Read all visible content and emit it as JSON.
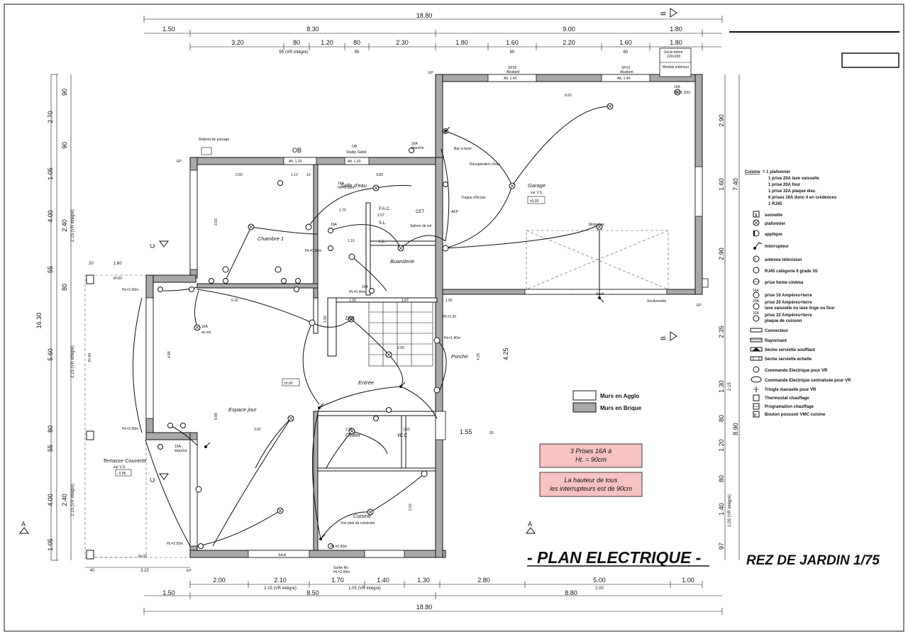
{
  "drawing": {
    "title": "- PLAN ELECTRIQUE -",
    "subtitle": "REZ DE JARDIN 1/75"
  },
  "dimensions": {
    "top_total": "18.80",
    "top_row1": [
      "1.50",
      "8.30",
      "9.00",
      "1.80"
    ],
    "top_row2": [
      "3.20",
      "80",
      "1.20",
      "80",
      "2.30",
      "1.80",
      "1.60",
      "2.20",
      "1.60",
      "1.80"
    ],
    "top_row3": [
      "95",
      "95",
      "60",
      "60"
    ],
    "top_vr": "(VR intégré)",
    "bottom_row1": [
      "2.00",
      "2.10",
      "1.70",
      "1.40",
      "1.30",
      "2.80",
      "5.00",
      "1.00"
    ],
    "bottom_sub": [
      "2.15 (VR intégré)",
      "1.05 (VR intégré)",
      "2.00"
    ],
    "bottom_row2": [
      "1.50",
      "8.50",
      "8.80"
    ],
    "bottom_total": "18.80",
    "bottom_small": [
      "40",
      "3.10"
    ],
    "left_total": "16.30",
    "left_outer": [
      "2.70",
      "1.05",
      "4.00",
      "55",
      "5.60",
      "80",
      "55",
      "4.00",
      "1.05"
    ],
    "left_inner": [
      "90",
      "90",
      "2.40",
      "2.15 (VR intégré)",
      "80",
      "2.15 (VR intégré)",
      "2.40",
      "2.15 (VR intégré)"
    ],
    "right_total": "7.40",
    "right_total2": "8.90",
    "right_outer": [
      "2.90",
      "2.90",
      "2.35",
      "1.30",
      "80",
      "1.20",
      "1.40",
      "97"
    ],
    "right_inner": [
      "1.60",
      "2.15",
      "80",
      "1.05 (VR intégré)"
    ]
  },
  "section_marks": [
    "A",
    "A",
    "B",
    "B",
    "C",
    "C"
  ],
  "rooms": [
    {
      "name": "Chambre 1"
    },
    {
      "name": "Salle d'eau"
    },
    {
      "name": "Garage",
      "note": "sur V.S.",
      "level": "±0.00"
    },
    {
      "name": "Buanderie"
    },
    {
      "name": "Dgt"
    },
    {
      "name": "Entrée"
    },
    {
      "name": "Espace jour",
      "level": "±0.00"
    },
    {
      "name": "Cellier"
    },
    {
      "name": "W.C"
    },
    {
      "name": "Cuisine",
      "note": "Voir plan du cuisiniste"
    },
    {
      "name": "Terrasse Couverte",
      "note": "sur V.S.",
      "level": "-0.06"
    },
    {
      "name": "Porche"
    }
  ],
  "annotations": [
    "Robinet de puisage",
    "OB",
    "OB",
    "Stadip Sablé",
    "16A",
    "étanche",
    "Alt. 1.20",
    "Alt. 1.20",
    "Alt. 1.40",
    "Alt. 1.40",
    "Alt. 1.10",
    "SP10",
    "Abattant",
    "SP10",
    "Abattant",
    "Socle béton",
    "120x100",
    "Module extérieur",
    "16A",
    "Ht.=1.10m",
    "8.60",
    "Bac à laver",
    "Récupération d'eau",
    "P.A.C.",
    "CET",
    "S.L.",
    "L.L.",
    "Siphon de sol",
    "Trappe d'Accès",
    "AEP",
    "Motorisée",
    "Seuil",
    "Sectionnelle",
    "16A",
    "Ht.=1.10m",
    "16A",
    "Ht.=0.90m",
    "16A",
    "Ht.=0.90m",
    "Ht.=2.30",
    "Ht.=1.90m",
    "16A",
    "au sol",
    "Ht.=2.00m",
    "Ht.=2.00m",
    "16A",
    "étanche",
    "Ht.=2.00m",
    "Sorbe fils",
    "Ht.=2.00m",
    "Ht.=0.90m",
    "Seuil",
    "5.32",
    "3.82",
    "2.22",
    "1.60",
    "1.30",
    "1.87",
    "1.85",
    "2.05",
    "1.55",
    "20",
    "2.60",
    "1.12",
    "10",
    "3.89",
    "1.75",
    "2.07",
    "1.10",
    "3.93",
    "2.59",
    "4.88",
    "8.88",
    "2.63",
    "4.25",
    "4.25",
    "R=20",
    "R=20",
    "R=20",
    "1.60",
    "20",
    "EP",
    "EP",
    "EP",
    "EP"
  ],
  "notes": {
    "prises": "3 Prises 16A à\nHt. = 90cm",
    "prises_l1": "3 Prises 16A à",
    "prises_l2": "Ht. = 90cm",
    "hauteur_l1": "La hauteur de tous",
    "hauteur_l2": "les interrupteurs est de 90cm"
  },
  "wall_legend": [
    {
      "label": "Murs en Agglo",
      "fill": "#ffffff"
    },
    {
      "label": "Murs en Brique",
      "fill": "#a9a9a9"
    }
  ],
  "cuisine_spec": {
    "heading": "Cuisine",
    "lines": [
      "= 1 plafonnier",
      "1 prise 20A lave vaisselle",
      "1 prise 20A four",
      "1 prise 32A plaque élec.",
      "6 prises 16A donc 4 en crédences",
      "1 RJ45"
    ]
  },
  "symbol_legend": [
    {
      "icon": "sonnette-icon",
      "label": "sonnette"
    },
    {
      "icon": "plafonnier-icon",
      "label": "plafonnier"
    },
    {
      "icon": "applique-icon",
      "label": "applique"
    },
    {
      "icon": "interrupteur-icon",
      "label": "interrupteur"
    },
    {
      "icon": "antenne-icon",
      "label": "antenne télévision"
    },
    {
      "icon": "rj45-icon",
      "label": "RJ45 catégorie 6 grade 3S"
    },
    {
      "icon": "home-cinema-icon",
      "label": "prise home cinéma"
    },
    {
      "icon": "prise16-icon",
      "label": "prise 16 Ampères+terre",
      "code": "16A"
    },
    {
      "icon": "prise20-icon",
      "label": "prise 20 Ampères+terre\nlave vaisselle ou lave linge ou four",
      "code": "20A"
    },
    {
      "icon": "prise32-icon",
      "label": "prise 32 Ampères+terre\nplaque de cuisson",
      "code": "32A"
    },
    {
      "icon": "convecteur-icon",
      "label": "Convecteur"
    },
    {
      "icon": "rayonnant-icon",
      "label": "Rayonnant"
    },
    {
      "icon": "seche-soufflant-icon",
      "label": "Sèche serviette soufflant"
    },
    {
      "icon": "seche-echelle-icon",
      "label": "Sèche serviette échelle"
    },
    {
      "icon": "commande-vr-icon",
      "label": "Commande Electrique pour VR"
    },
    {
      "icon": "commande-centralisee-icon",
      "label": "Commande Electrique centralisée pour VR"
    },
    {
      "icon": "tringle-icon",
      "label": "Tringle manuelle pour VR"
    },
    {
      "icon": "thermostat-icon",
      "label": "Thermostat chauffage"
    },
    {
      "icon": "programmation-icon",
      "label": "Programation chauffage"
    },
    {
      "icon": "vmc-icon",
      "label": "Bouton poussoir VMC cuisine"
    }
  ]
}
